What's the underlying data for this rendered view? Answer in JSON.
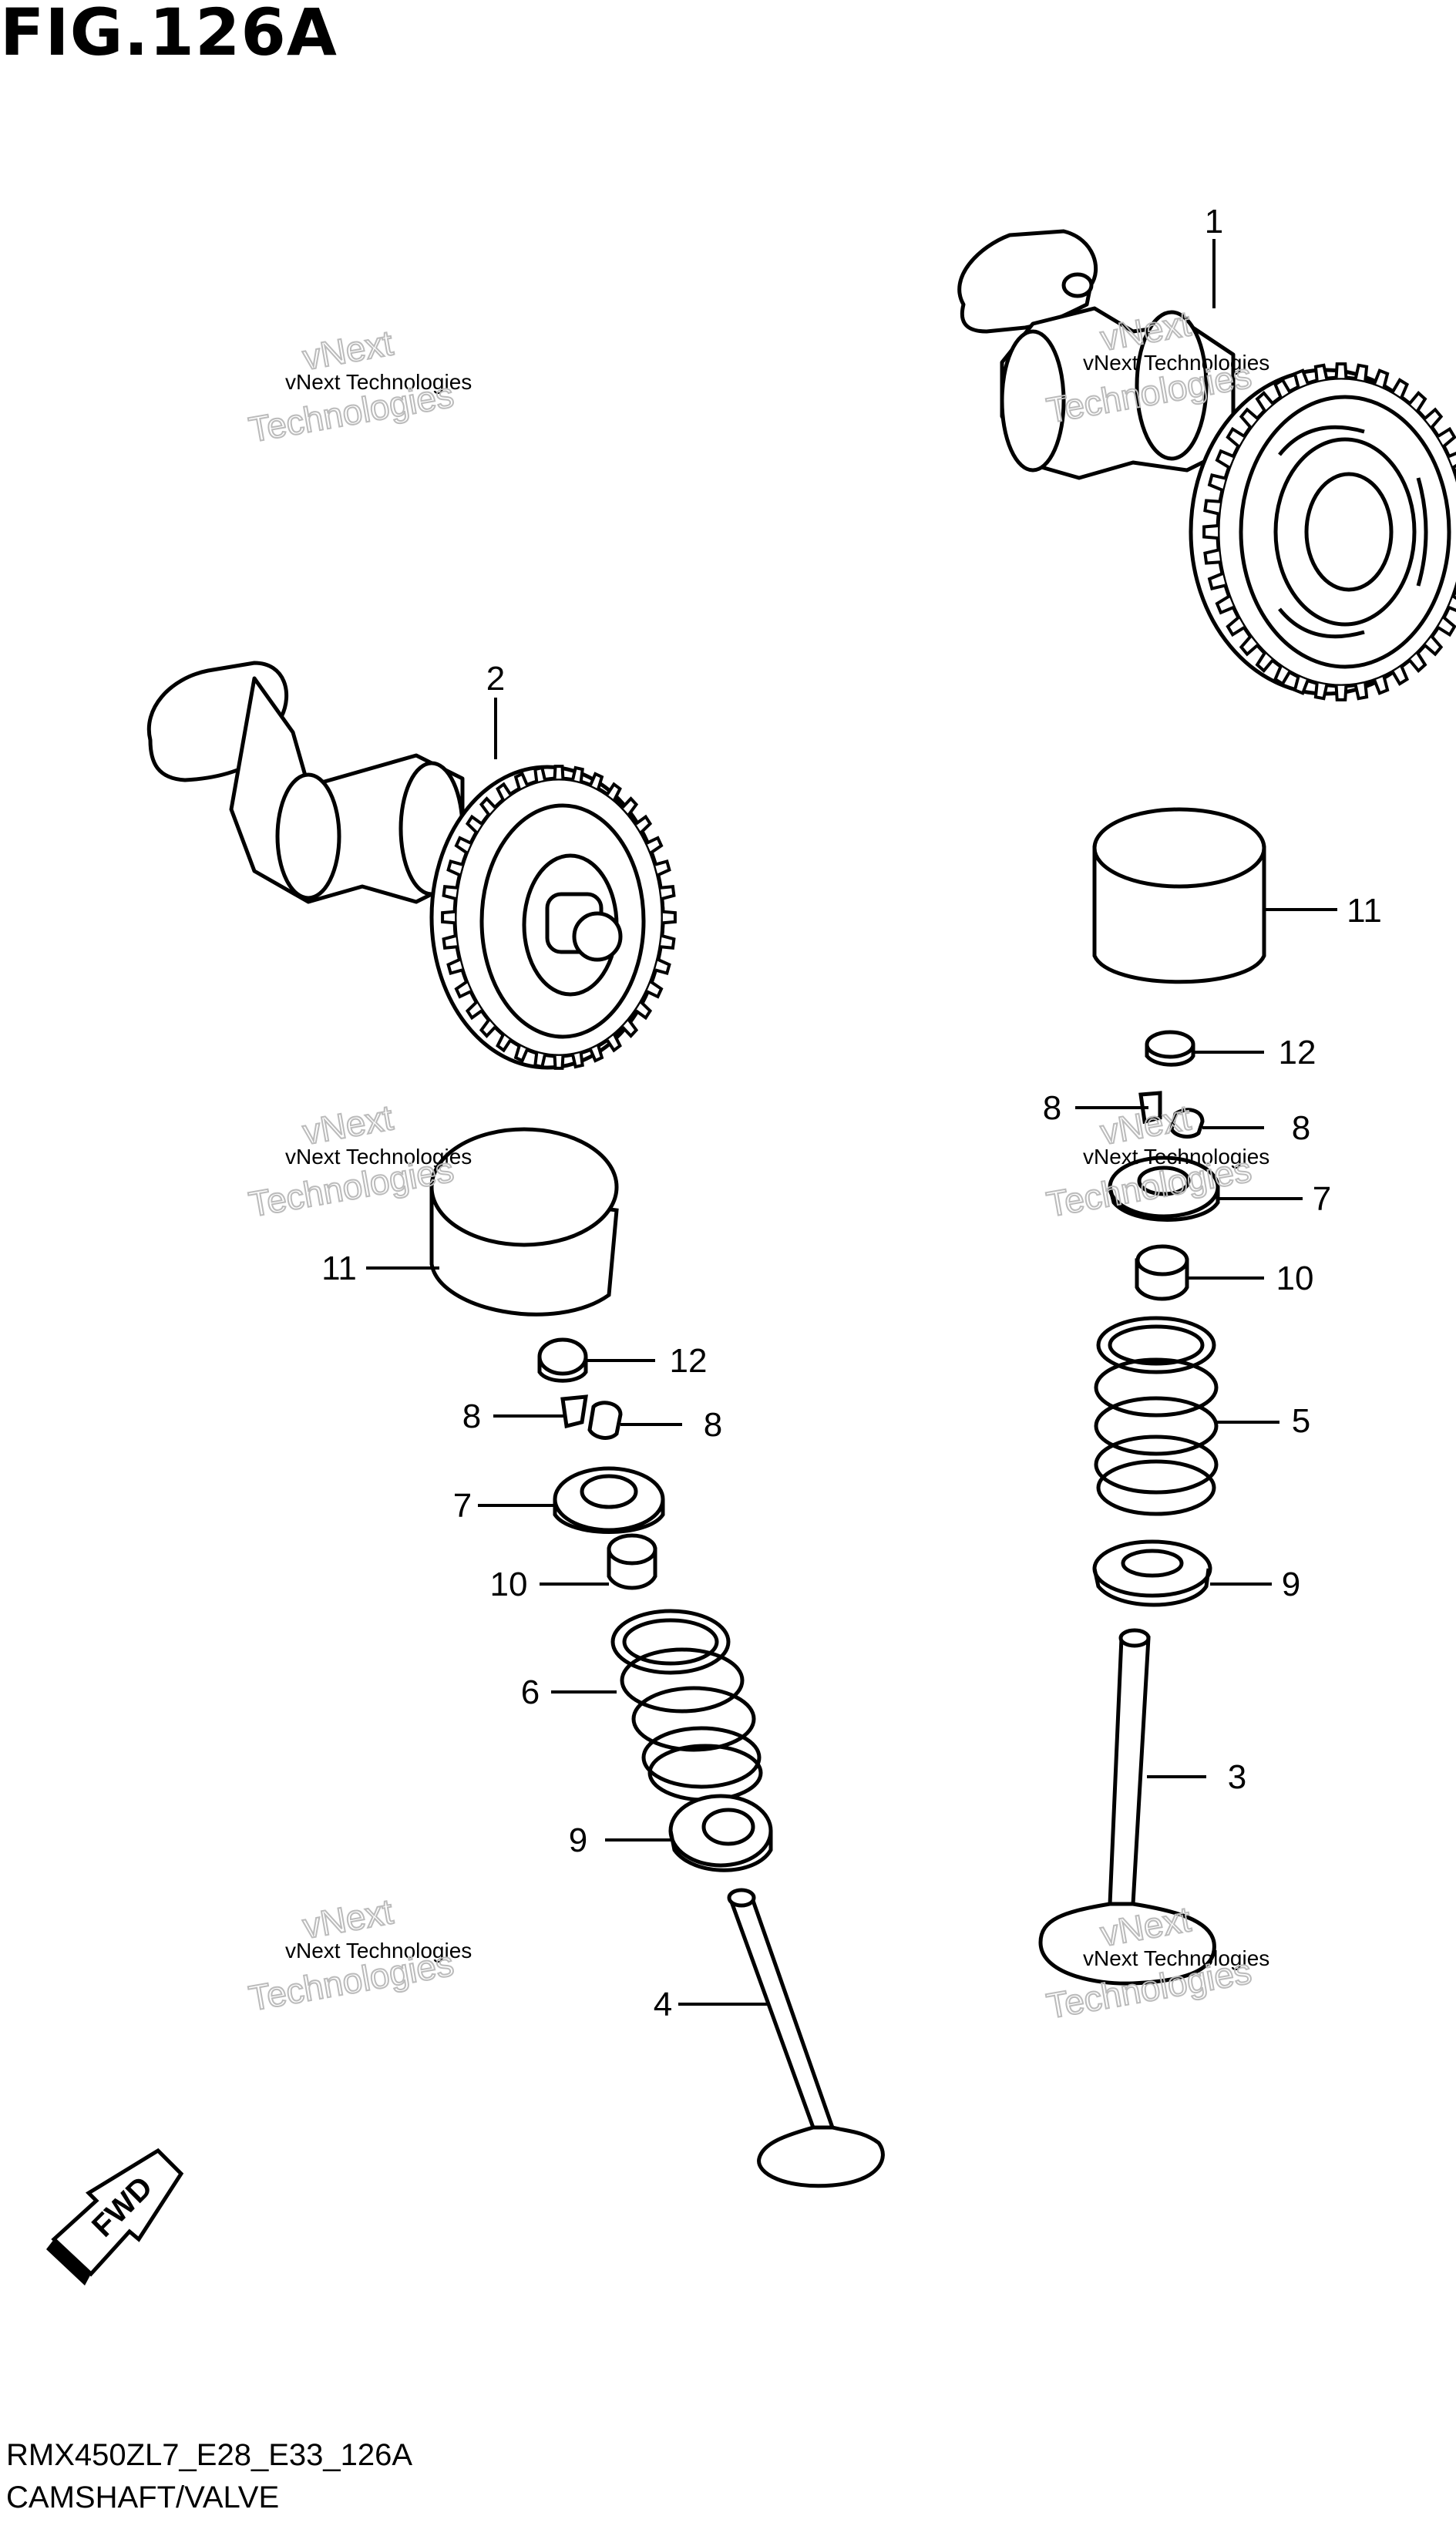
{
  "header": {
    "title": "FIG.126A"
  },
  "footer": {
    "model_code": "RMX450ZL7_E28_E33_126A",
    "caption": "CAMSHAFT/VALVE"
  },
  "watermark": {
    "line1": "vNext Technologies",
    "line2": "vNext",
    "line3": "Technologies"
  },
  "callouts": {
    "c1": "1",
    "c2": "2",
    "c3": "3",
    "c4": "4",
    "c5": "5",
    "c6": "6",
    "c7_left": "7",
    "c7_right": "7",
    "c8_left_a": "8",
    "c8_left_b": "8",
    "c8_right_a": "8",
    "c8_right_b": "8",
    "c9_left": "9",
    "c9_right": "9",
    "c10_left": "10",
    "c10_right": "10",
    "c11_left": "11",
    "c11_right": "11",
    "c12_left": "12",
    "c12_right": "12"
  },
  "fwd_label": "FWD"
}
